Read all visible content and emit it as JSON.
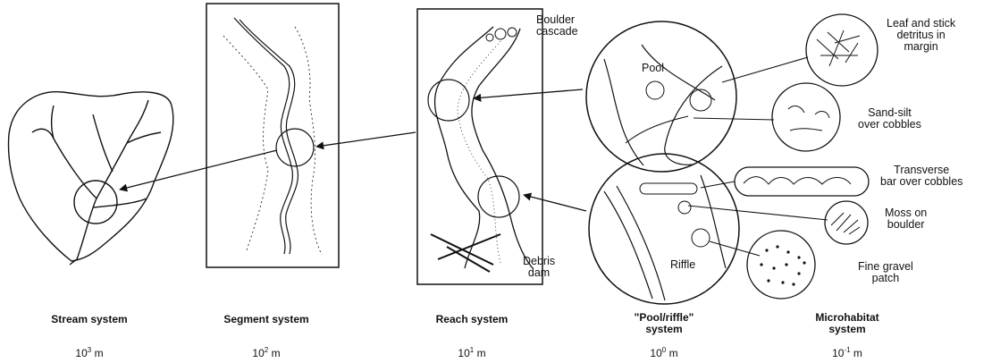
{
  "scales": [
    {
      "system": "Stream system",
      "base": "10",
      "exponent": "3",
      "unit": "m"
    },
    {
      "system": "Segment system",
      "base": "10",
      "exponent": "2",
      "unit": "m"
    },
    {
      "system": "Reach system",
      "base": "10",
      "exponent": "1",
      "unit": "m"
    },
    {
      "system_lines": [
        "\"Pool/riffle\"",
        "system"
      ],
      "base": "10",
      "exponent": "0",
      "unit": "m"
    },
    {
      "system_lines": [
        "Microhabitat",
        "system"
      ],
      "base": "10",
      "exponent": "-1",
      "unit": "m"
    }
  ],
  "annotations": {
    "boulder_cascade": [
      "Boulder",
      "cascade"
    ],
    "debris_dam": [
      "Debris",
      "dam"
    ],
    "pool": "Pool",
    "riffle": "Riffle",
    "leaf_detritus": [
      "Leaf and stick",
      "detritus in",
      "margin"
    ],
    "sand_silt": [
      "Sand-silt",
      "over cobbles"
    ],
    "transverse_bar": [
      "Transverse",
      "bar over cobbles"
    ],
    "moss_boulder": [
      "Moss on",
      "boulder"
    ],
    "fine_gravel": [
      "Fine gravel",
      "patch"
    ]
  },
  "colors": {
    "ink": "#111111",
    "background": "#ffffff"
  }
}
